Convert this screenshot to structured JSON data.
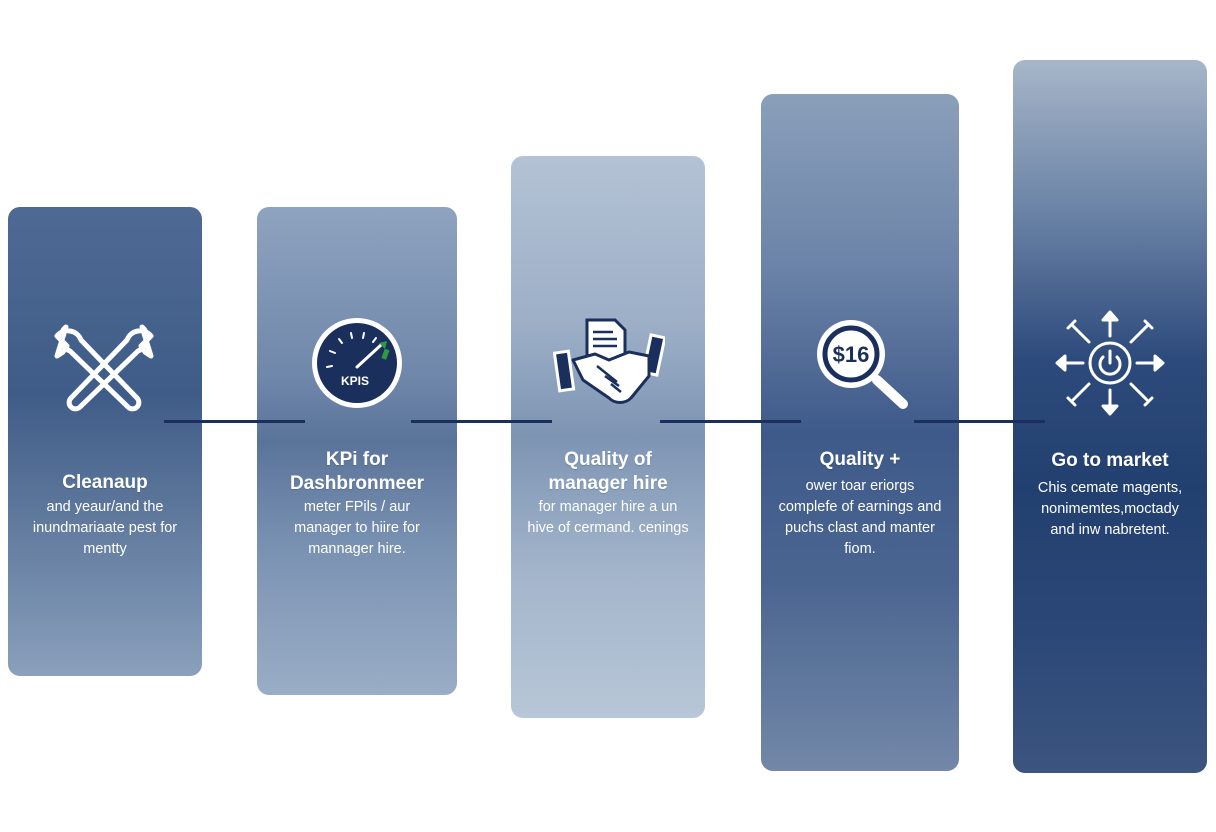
{
  "steps": [
    {
      "title": "Cleanaup",
      "body": "and yeaur/and the inundmariaate pest for mentty",
      "icon": "wrench-cross-icon"
    },
    {
      "title": "KPi for Dashbronmeer",
      "body": "meter FPils / aur manager to hiire for mannager hire.",
      "icon": "kpi-gauge-icon",
      "icon_text": "KPIS"
    },
    {
      "title": "Quality of manager hire",
      "body": "for manager hire a un hive of cermand. cenings",
      "icon": "handshake-icon"
    },
    {
      "title": "Quality +",
      "body": "ower toar eriorgs complefe of earnings and puchs clast and manter fiom.",
      "icon": "magnifier-dollar-icon",
      "icon_text": "$16"
    },
    {
      "title": "Go to market",
      "body": "Chis cemate magents, nonimemtes,moctady and inw nabretent.",
      "icon": "power-arrows-icon"
    }
  ],
  "colors": {
    "connector": "#1b2f5c",
    "icon_dark": "#1b2f5c",
    "gauge_needle": "#2e9b3e"
  }
}
